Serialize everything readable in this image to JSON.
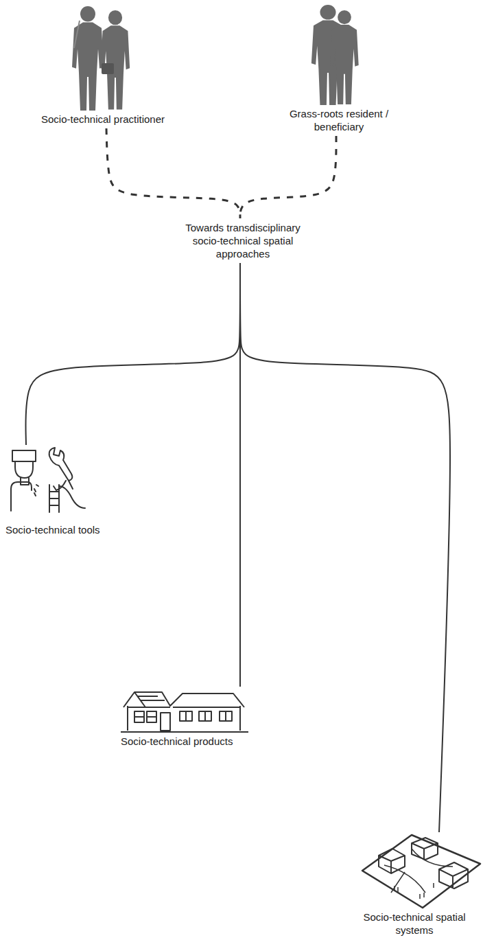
{
  "diagram": {
    "nodes": [
      {
        "text": [
          "Socio-technical practitioner"
        ]
      },
      {
        "text": [
          "Grass-roots resident / beneficiary"
        ]
      },
      {
        "text": [
          "Towards transdisciplinary socio-technical spatial approaches"
        ]
      },
      {
        "text": [
          "Socio-technical tools"
        ]
      },
      {
        "text": [
          "Socio-technical products"
        ]
      },
      {
        "text": [
          "Socio-technical spatial systems"
        ]
      }
    ],
    "edges": [
      {
        "from": 0,
        "to": 2,
        "arrow": "none"
      },
      {
        "from": 1,
        "to": 2,
        "arrow": "none"
      },
      {
        "from": 2,
        "to": 3,
        "arrow": "none"
      },
      {
        "from": 2,
        "to": 4,
        "arrow": "none"
      },
      {
        "from": 2,
        "to": 5,
        "arrow": "none"
      }
    ]
  }
}
